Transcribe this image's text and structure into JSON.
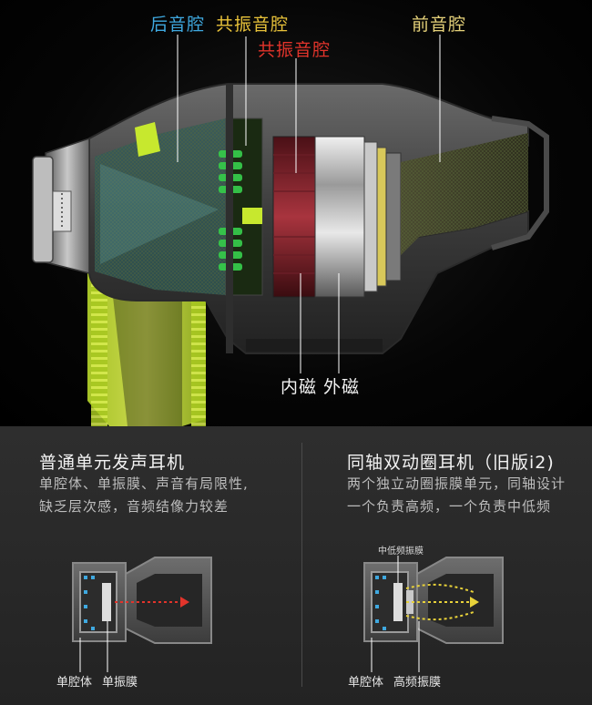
{
  "labels": {
    "back_chamber": "后音腔",
    "resonance_chamber_1": "共振音腔",
    "resonance_chamber_2": "共振音腔",
    "front_chamber": "前音腔",
    "magnets": "内磁 外磁"
  },
  "colors": {
    "back_chamber": "#3fa9e0",
    "resonance_chamber_1": "#e8c23a",
    "resonance_chamber_2": "#e2342b",
    "front_chamber": "#e6d27a",
    "accent_green": "#c7e82e"
  },
  "left_panel": {
    "title": "普通单元发声耳机",
    "desc_line1": "单腔体、单振膜、声音有局限性,",
    "desc_line2": "缺乏层次感，音频结像力较差",
    "label_cavity": "单腔体",
    "label_diaphragm": "单振膜"
  },
  "right_panel": {
    "title": "同轴双动圈耳机（旧版i2)",
    "desc_line1": "两个独立动圈振膜单元，同轴设计",
    "desc_line2": "一个负责高频，一个负责中低频",
    "label_mid_low": "中低频振膜",
    "label_cavity": "单腔体",
    "label_high": "高频振膜"
  }
}
